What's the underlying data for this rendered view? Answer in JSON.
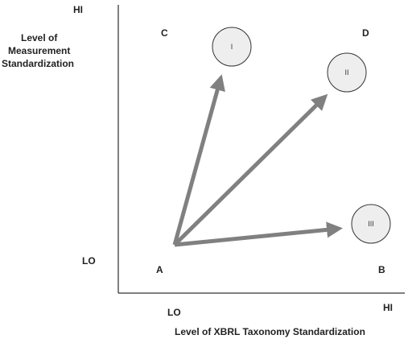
{
  "y_axis": {
    "title_lines": [
      "Level of",
      "Measurement",
      "Standardization"
    ],
    "hi_label": "HI",
    "lo_label": "LO"
  },
  "x_axis": {
    "title": "Level of XBRL Taxonomy Standardization",
    "lo_label": "LO",
    "hi_label": "HI"
  },
  "quadrants": {
    "a": "A",
    "b": "B",
    "c": "C",
    "d": "D"
  },
  "nodes": [
    {
      "label": "I"
    },
    {
      "label": "II"
    },
    {
      "label": "III"
    }
  ],
  "colors": {
    "axis": "#000000",
    "arrow": "#808080",
    "node_fill": "#eeeeee",
    "node_stroke": "#333333",
    "text": "#222222"
  }
}
